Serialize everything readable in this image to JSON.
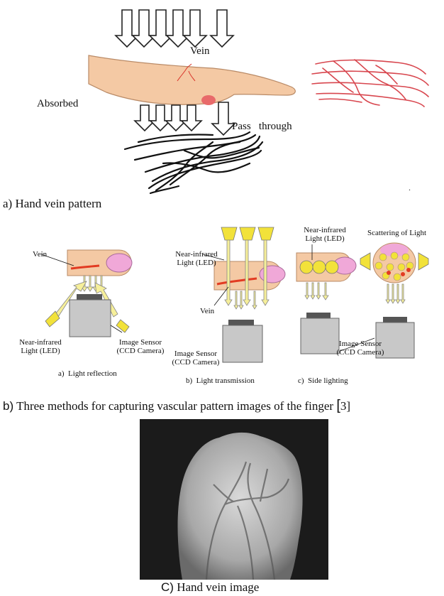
{
  "panel_a": {
    "vein_label": "Vein",
    "absorbed_label": "Absorbed",
    "pass_through_label": "Pass   through",
    "caption": "a) Hand vein pattern"
  },
  "panel_b": {
    "reflection": {
      "vein_label": "Vein",
      "light_label_1": "Near-infrared",
      "light_label_2": "Light (LED)",
      "sensor_label_1": "Image Sensor",
      "sensor_label_2": "(CCD Camera)",
      "caption": "a)  Light reflection"
    },
    "transmission": {
      "light_label_1": "Near-infrared",
      "light_label_2": "Light (LED)",
      "vein_label": "Vein",
      "sensor_label_1": "Image Sensor",
      "sensor_label_2": "(CCD Camera)",
      "caption": "b)  Light transmission"
    },
    "side": {
      "light_label_1": "Near-infrared",
      "light_label_2": "Light (LED)",
      "scatter_label": "Scattering of Light",
      "sensor_label_1": "Image Sensor",
      "sensor_label_2": "(CCD Camera)",
      "caption": "c)  Side lighting"
    },
    "caption_prefix": "b)",
    "caption_text": " Three methods for capturing vascular pattern images of the finger ",
    "caption_ref": "[",
    "caption_ref_num": "3]"
  },
  "panel_c": {
    "caption_prefix": "C)",
    "caption_text": " Hand vein image"
  },
  "colors": {
    "skin": "#f4c9a4",
    "nail": "#f0a8d8",
    "vein": "#e23b22",
    "led": "#f2e23a",
    "arrow_fill": "#f6ef9a",
    "sensor": "#c8c8c8"
  }
}
